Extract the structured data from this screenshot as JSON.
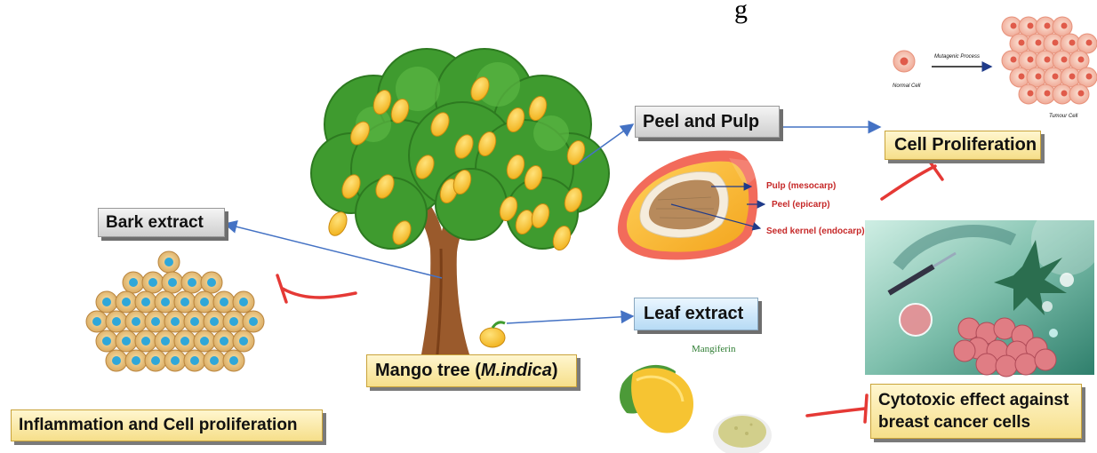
{
  "header_fragment": "g",
  "labels": {
    "peel_pulp": "Peel and Pulp",
    "cell_proliferation": "Cell Proliferation",
    "bark_extract": "Bark extract",
    "leaf_extract": "Leaf extract",
    "mango_tree_prefix": "Mango tree (",
    "mango_tree_species": "M.indica",
    "mango_tree_suffix": ")",
    "inflammation": "Inflammation and Cell proliferation",
    "cytotoxic_line1": "Cytotoxic effect against",
    "cytotoxic_line2": "breast cancer cells"
  },
  "fruit_parts": {
    "pulp": "Pulp (mesocarp)",
    "peel": "Peel (epicarp)",
    "seed": "Seed kernel (endocarp)"
  },
  "tumour_inset": {
    "process": "Mutagenic Process",
    "normal": "Normal Cell",
    "tumour": "Tumour Cell"
  },
  "mangiferin": "Mangiferin",
  "colors": {
    "arrow_blue": "#4472c4",
    "inhibit_red": "#e53935",
    "fruit_label_red": "#c62828",
    "mango_yellow": "#f7c531",
    "leaf_green": "#3f9b2f",
    "trunk_brown": "#9a5a2c"
  }
}
